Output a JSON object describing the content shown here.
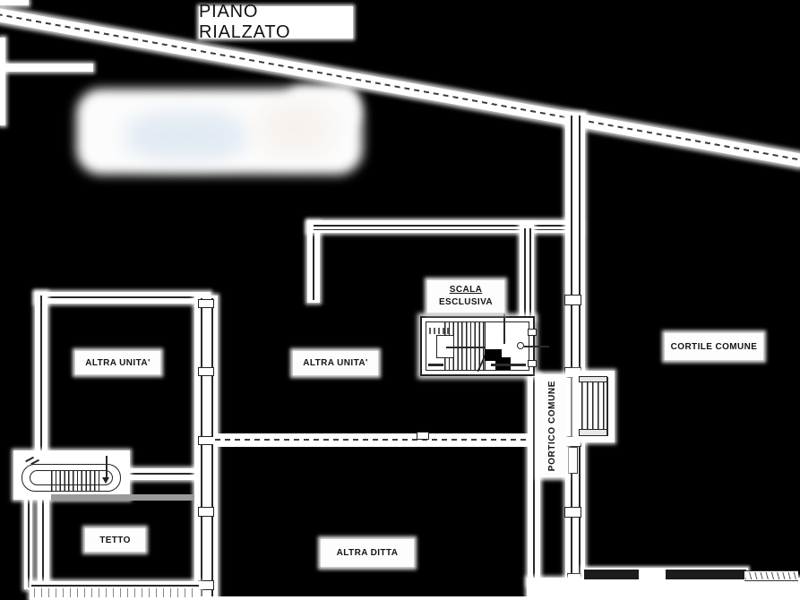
{
  "title": "PIANO RIALZATO",
  "labels": {
    "room_left": "ALTRA UNITA'",
    "room_center": "ALTRA UNITA'",
    "stair_line1": "SCALA",
    "stair_line2": "ESCLUSIVA",
    "portico": "PORTICO COMUNE",
    "cortile": "CORTILE COMUNE",
    "tetto": "TETTO",
    "altra_ditta": "ALTRA DITTA"
  },
  "colors": {
    "background": "#000000",
    "paper": "#ffffff",
    "line": "#2a2a2a",
    "roof_gray": "#9a9a9a",
    "blob_blue": "#dce6f1",
    "blob_pink": "#f6efe9"
  }
}
